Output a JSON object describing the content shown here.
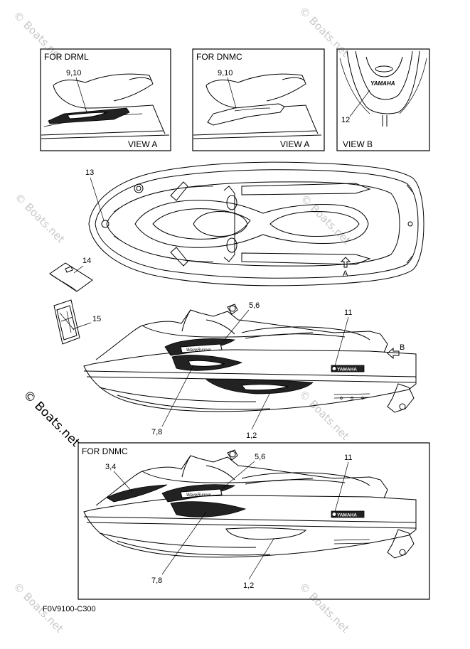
{
  "watermark": {
    "text": "© Boats.net",
    "dark_text": "© Boats.net"
  },
  "view_boxes": [
    {
      "header": "FOR DRML",
      "parts": "9,10",
      "view": "VIEW A"
    },
    {
      "header": "FOR DNMC",
      "parts": "9,10",
      "view": "VIEW A"
    },
    {
      "header": "",
      "parts": "12",
      "view": "VIEW B",
      "brand": "YAMAHA"
    }
  ],
  "top_view": {
    "callout_13": "13",
    "callout_14": "14",
    "callout_15": "15",
    "arrow_label": "A"
  },
  "side_view_main": {
    "callout_5_6": "5,6",
    "callout_11": "11",
    "callout_7_8": "7,8",
    "callout_1_2": "1,2",
    "arrow_label": "B",
    "brand": "YAMAHA",
    "logo_text": "WaveRunner"
  },
  "side_view_dnmc": {
    "header": "FOR DNMC",
    "callout_3_4": "3,4",
    "callout_5_6": "5,6",
    "callout_11": "11",
    "callout_7_8": "7,8",
    "callout_1_2": "1,2",
    "brand": "YAMAHA",
    "logo_text": "WaveRunner"
  },
  "figure_code": "F0V9100-C300",
  "colors": {
    "line": "#000000",
    "watermark": "#c8c8c8",
    "background": "#ffffff"
  }
}
